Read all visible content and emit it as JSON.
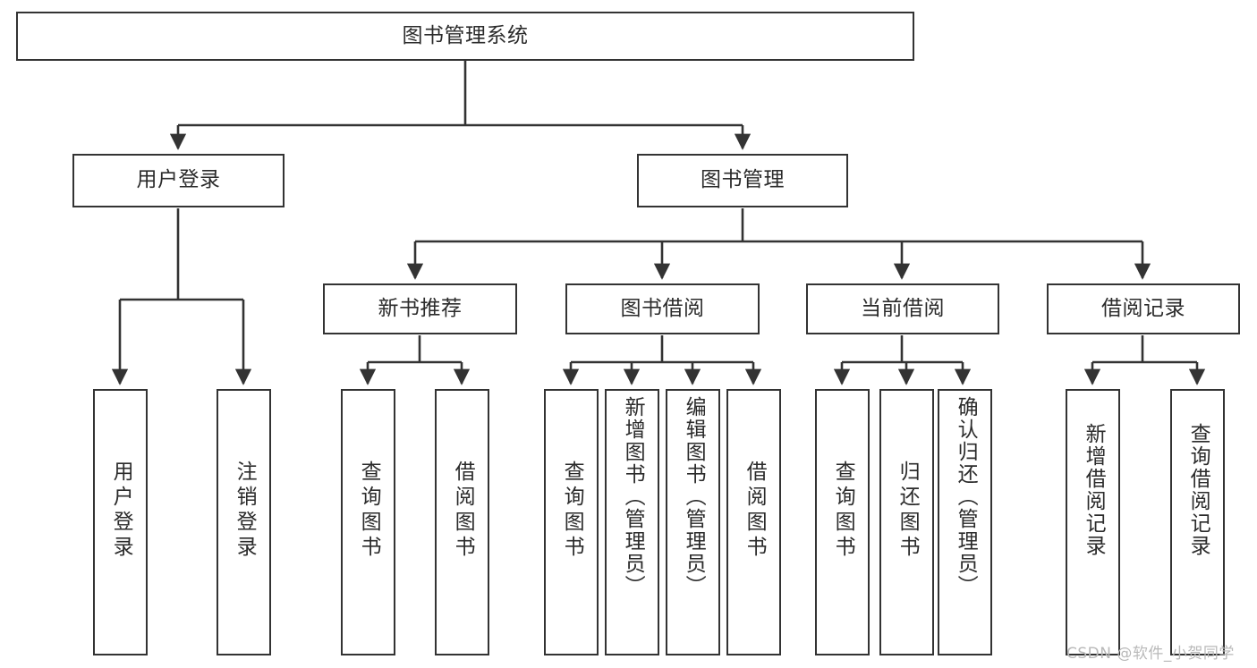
{
  "diagram": {
    "title": "图书管理系统",
    "type": "hierarchy-tree",
    "style": {
      "background": "#ffffff",
      "box_border": "#333333",
      "box_fill": "#ffffff",
      "connector": "#333333",
      "text": "#2b2b2b",
      "watermark": "#b9b9b9"
    },
    "root": {
      "id": "root",
      "label": "图书管理系统"
    },
    "level2": [
      {
        "id": "user-login",
        "label": "用户登录"
      },
      {
        "id": "book-manage",
        "label": "图书管理"
      }
    ],
    "level3": [
      {
        "id": "new-book-rec",
        "label": "新书推荐",
        "parent": "book-manage"
      },
      {
        "id": "book-borrow",
        "label": "图书借阅",
        "parent": "book-manage"
      },
      {
        "id": "current-borrow",
        "label": "当前借阅",
        "parent": "book-manage"
      },
      {
        "id": "borrow-record",
        "label": "借阅记录",
        "parent": "book-manage"
      }
    ],
    "leaves": [
      {
        "id": "leaf-user-login",
        "label": "用户登录",
        "parent": "user-login"
      },
      {
        "id": "leaf-logout",
        "label": "注销登录",
        "parent": "user-login"
      },
      {
        "id": "leaf-query-book-1",
        "label": "查询图书",
        "parent": "new-book-rec"
      },
      {
        "id": "leaf-borrow-book-1",
        "label": "借阅图书",
        "parent": "new-book-rec"
      },
      {
        "id": "leaf-query-book-2",
        "label": "查询图书",
        "parent": "book-borrow"
      },
      {
        "id": "leaf-add-book",
        "label": "新增图书（管理员）",
        "parent": "book-borrow"
      },
      {
        "id": "leaf-edit-book",
        "label": "编辑图书（管理员）",
        "parent": "book-borrow"
      },
      {
        "id": "leaf-borrow-book-2",
        "label": "借阅图书",
        "parent": "book-borrow"
      },
      {
        "id": "leaf-query-book-3",
        "label": "查询图书",
        "parent": "current-borrow"
      },
      {
        "id": "leaf-return-book",
        "label": "归还图书",
        "parent": "current-borrow"
      },
      {
        "id": "leaf-confirm-return",
        "label": "确认归还（管理员）",
        "parent": "current-borrow"
      },
      {
        "id": "leaf-add-record",
        "label": "新增借阅记录",
        "parent": "borrow-record"
      },
      {
        "id": "leaf-query-record",
        "label": "查询借阅记录",
        "parent": "borrow-record"
      }
    ]
  },
  "watermark": {
    "text": "CSDN @软件_小贺同学"
  }
}
